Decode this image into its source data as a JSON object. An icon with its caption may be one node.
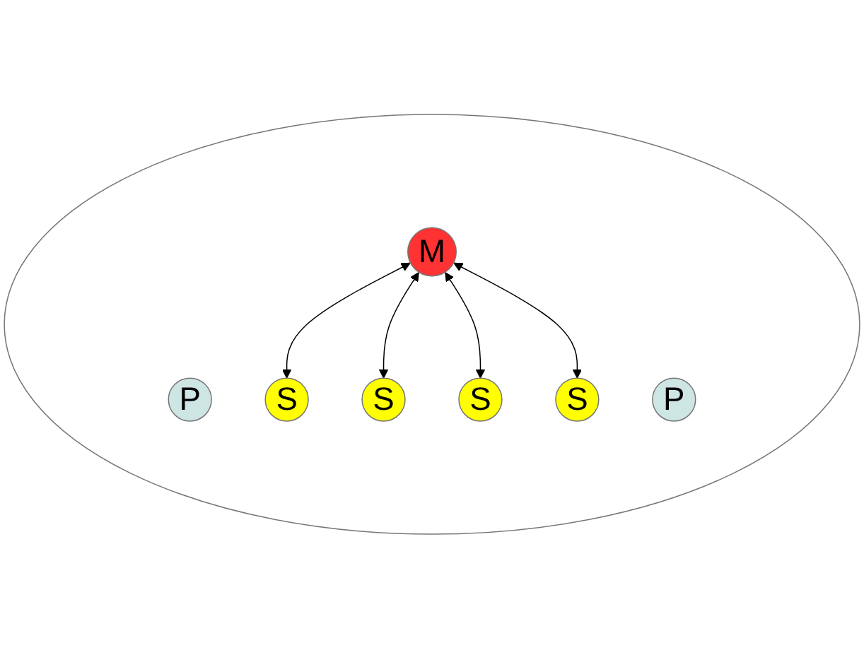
{
  "diagram": {
    "nodes": [
      {
        "text": [],
        "shape": "ellipse"
      },
      {
        "text": [
          "P"
        ],
        "in": 0
      },
      {
        "text": [
          "S"
        ],
        "in": 0
      },
      {
        "text": [
          "S"
        ],
        "in": 0
      },
      {
        "text": [
          "M"
        ],
        "in": 0
      },
      {
        "text": [
          "S"
        ],
        "in": 0
      },
      {
        "text": [
          "P"
        ],
        "in": 0
      },
      {
        "text": [
          "S"
        ],
        "in": 0
      }
    ],
    "edges": [
      {
        "from": 4,
        "to": 2,
        "arrow": "both"
      },
      {
        "from": 4,
        "to": 3,
        "arrow": "both"
      },
      {
        "from": 4,
        "to": 5,
        "arrow": "both"
      },
      {
        "from": 4,
        "to": 7,
        "arrow": "both"
      }
    ]
  }
}
